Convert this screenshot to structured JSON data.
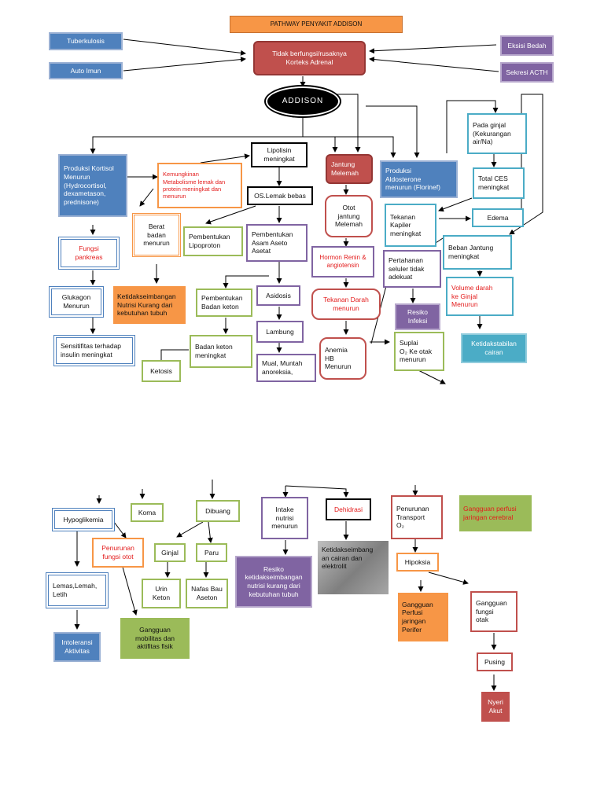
{
  "title": "PATHWAY PENYAKIT ADDISON",
  "nodes": {
    "tuberkulosis": "Tuberkulosis",
    "auto_imun": "Auto Imun",
    "eksisi_bedah": "Eksisi Bedah",
    "sekresi_acth": "Sekresi ACTH",
    "tidak_berfungsi": "Tidak berfungsi/rusaknya\nKorteks Adrenal",
    "addison": "ADDISON",
    "produksi_kortisol": "Produksi Kortisol\nMenurun\n(Hydrocortisol,\ndexametason,\nprednisone)",
    "kemungkinan_metabolisme": "Kemungkinan\nMetabolisme lemak dan\nprotein meningkat dan\nmenurun",
    "lipolisis": "Lipolisin\nmeningkat",
    "os_lemak": "OS.Lemak bebas",
    "jantung_melemah": "Jantung\nMelemah",
    "produksi_aldosterone": "Produksi\nAldosterone\nmenurun (Florinef)",
    "pada_ginjal": "Pada ginjal\n(Kekurangan\nair/Na)",
    "total_ces": "Total CES\nmeningkat",
    "edema": "Edema",
    "tekanan_kapiler": "Tekanan\nKapiler\nmeningkat",
    "beban_jantung": "Beban Jantung\nmeningkat",
    "volume_darah": "Volume darah\nke Ginjal\nMenurun",
    "ketidakstabilan_cairan": "Ketidakstabilan\ncairan",
    "berat_badan": "Berat\nbadan\nmenurun",
    "pembentukan_lipoproton": "Pembentukan\nLipoproton",
    "pembentukan_asam_aseto": "Pembentukan\nAsam Aseto\nAsetat",
    "otot_jantung": "Otot\njantung\nMelemah",
    "hormon_renin": "Hormon Renin &\nangiotensin",
    "pertahanan_seluler": "Pertahanan\nseluler tidak\nadekuat",
    "resiko_infeksi": "Resiko\nInfeksi",
    "fungsi_pankreas": "Fungsi\npankreas",
    "ketidakseimbangan_nutrisi_1": "Ketidakseimbangan\nNutrisi Kurang dari\nkebutuhan tubuh",
    "pembentukan_badan_keton": "Pembentukan\nBadan keton",
    "asidosis": "Asidosis",
    "tekanan_darah": "Tekanan Darah\nmenurun",
    "glukagon": "Glukagon\nMenurun",
    "lambung": "Lambung",
    "suplai_o2": "Suplai\nO₂ Ke otak\nmenurun",
    "sensitifitas": "Sensitifitas terhadap\ninsulin meningkat",
    "badan_keton_meningkat": "Badan keton\nmeningkat",
    "anemia": "Anemia\nHB\nMenurun",
    "ketosis": "Ketosis",
    "mual": "Mual, Muntah\nanoreksia,",
    "hypoglikemia": "Hypoglikemia",
    "koma": "Koma",
    "dibuang": "Dibuang",
    "intake_nutrisi": "Intake\nnutrisi\nmenurun",
    "dehidrasi": "Dehidrasi",
    "penurunan_transport": "Penurunan\nTransport\nO₂",
    "gangguan_perfusi_serebral": "Gangguan perfusi\njaringan cerebral",
    "penurunan_fungsi_otot": "Penurunan\nfungsi otot",
    "ginjal": "Ginjal",
    "paru": "Paru",
    "ketidakseimbangan_cairan": "Ketidakseimbang\nan cairan dan\nelektrolit",
    "hipoksia": "Hipoksia",
    "resiko_ketidakseimbangan_nutrisi": "Resiko\nketidakseimbangan\nnutrisi kurang dari\nkebutuhan tubuh",
    "lemas": "Lemas,Lemah,\nLetih",
    "urin_keton": "Urin\nKeton",
    "nafas_bau_aseton": "Nafas Bau\nAseton",
    "gangguan_perfusi_perifer": "Gangguan\nPerfusi\njaringan\nPerifer",
    "gangguan_fungsi_otak": "Gangguan\nfungsi\notak",
    "gangguan_mobilitas": "Gangguan\nmobilitas dan\naktifitas fisik",
    "intoleransi_aktivitas": "Intoleransi\nAktivitas",
    "pusing": "Pusing",
    "nyeri_akut": "Nyeri\nAkut"
  }
}
